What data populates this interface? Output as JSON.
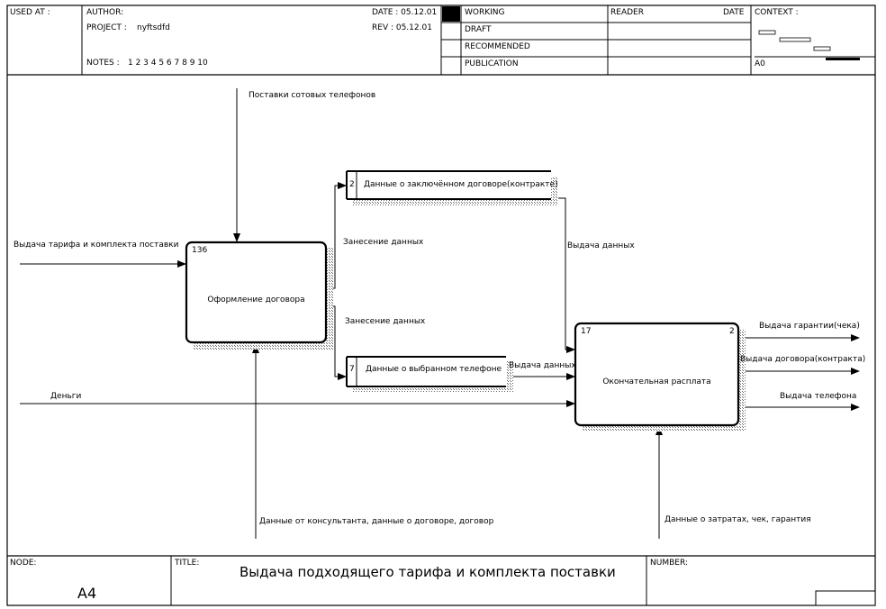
{
  "header": {
    "used_at": "USED AT :",
    "author": "AUTHOR:",
    "project_label": "PROJECT :",
    "project_value": "nyftsdfd",
    "notes_label": "NOTES :",
    "notes_numbers": "1 2 3 4 5 6 7 8 9 10",
    "date_label": "DATE : 05.12.01",
    "rev_label": "REV : 05.12.01",
    "status": [
      "WORKING",
      "DRAFT",
      "RECOMMENDED",
      "PUBLICATION"
    ],
    "reader": "READER",
    "date2": "DATE",
    "context": "CONTEXT :",
    "context_node": "A0"
  },
  "boxes": {
    "contract": {
      "name": "Оформление договора",
      "id": "136"
    },
    "payment": {
      "name": "Окончательная расплата",
      "id": "17",
      "num": "2"
    }
  },
  "stores": {
    "contract_store": {
      "id": "2",
      "label": "Данные о заключённом договоре(контракте)"
    },
    "phone_store": {
      "id": "7",
      "label": "Данные о выбранном телефоне"
    }
  },
  "arrows": {
    "suppliers": "Поставки сотовых телефонов",
    "tariff_in": "Выдача тарифа и комплекта поставки",
    "entry1": "Занесение данных",
    "entry2": "Занесение данных",
    "issue_data1": "Выдача данных",
    "issue_data2": "Выдача данных",
    "money": "Деньги",
    "consultant": "Данные от консультанта, данные о договоре, договор",
    "costs": "Данные о затратах, чек, гарантия",
    "out_warranty": "Выдача гарантии(чека)",
    "out_contract": "Выдача договора(контракта)",
    "out_phone": "Выдача телефона"
  },
  "footer": {
    "node_label": "NODE:",
    "node_value": "A4",
    "title_label": "TITLE:",
    "title_value": "Выдача подходящего тарифа и комплекта поставки",
    "number_label": "NUMBER:"
  }
}
